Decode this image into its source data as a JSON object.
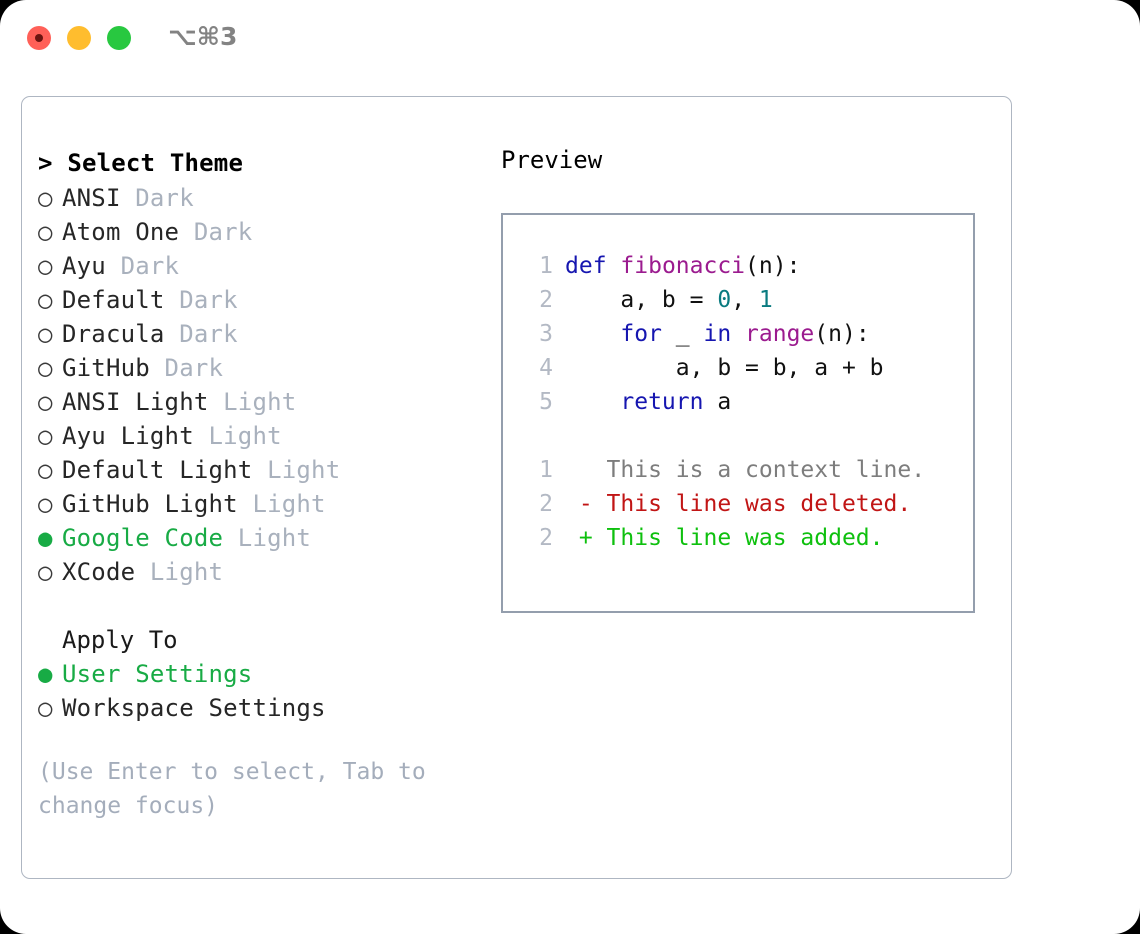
{
  "titlebar": {
    "shortcut": "⌥⌘3",
    "buttons": [
      {
        "name": "close",
        "color": "#ff6058"
      },
      {
        "name": "minimize",
        "color": "#ffbd2e"
      },
      {
        "name": "zoom",
        "color": "#28c840"
      }
    ]
  },
  "theme_picker": {
    "heading_prefix": "> ",
    "heading": "Select Theme",
    "marker_selected": "●",
    "marker_unselected": "○",
    "selected_color": "#18ab45",
    "meta_color": "#a9b1bd",
    "items": [
      {
        "marker": "○",
        "name": "ANSI",
        "meta": "Dark",
        "selected": false
      },
      {
        "marker": "○",
        "name": "Atom One",
        "meta": "Dark",
        "selected": false
      },
      {
        "marker": "○",
        "name": "Ayu",
        "meta": "Dark",
        "selected": false
      },
      {
        "marker": "○",
        "name": "Default",
        "meta": "Dark",
        "selected": false
      },
      {
        "marker": "○",
        "name": "Dracula",
        "meta": "Dark",
        "selected": false
      },
      {
        "marker": "○",
        "name": "GitHub",
        "meta": "Dark",
        "selected": false
      },
      {
        "marker": "○",
        "name": "ANSI Light",
        "meta": "Light",
        "selected": false
      },
      {
        "marker": "○",
        "name": "Ayu Light",
        "meta": "Light",
        "selected": false
      },
      {
        "marker": "○",
        "name": "Default Light",
        "meta": "Light",
        "selected": false
      },
      {
        "marker": "○",
        "name": "GitHub Light",
        "meta": "Light",
        "selected": false
      },
      {
        "marker": "●",
        "name": "Google Code",
        "meta": "Light",
        "selected": true
      },
      {
        "marker": "○",
        "name": "XCode",
        "meta": "Light",
        "selected": false
      }
    ]
  },
  "apply_to": {
    "label": "Apply To",
    "items": [
      {
        "marker": "●",
        "name": "User Settings",
        "selected": true
      },
      {
        "marker": "○",
        "name": "Workspace Settings",
        "selected": false
      }
    ]
  },
  "hint": "(Use Enter to select, Tab to change focus)",
  "preview": {
    "label": "Preview",
    "code_lines": [
      {
        "ln": "1",
        "tokens": [
          {
            "t": "def",
            "c": "kw"
          },
          {
            "t": " ",
            "c": "plain"
          },
          {
            "t": "fibonacci",
            "c": "fn"
          },
          {
            "t": "(n):",
            "c": "plain"
          }
        ]
      },
      {
        "ln": "2",
        "tokens": [
          {
            "t": "    a, b = ",
            "c": "plain"
          },
          {
            "t": "0",
            "c": "num"
          },
          {
            "t": ", ",
            "c": "plain"
          },
          {
            "t": "1",
            "c": "num"
          }
        ]
      },
      {
        "ln": "3",
        "tokens": [
          {
            "t": "    ",
            "c": "plain"
          },
          {
            "t": "for",
            "c": "kw"
          },
          {
            "t": " _ ",
            "c": "plain"
          },
          {
            "t": "in",
            "c": "kw"
          },
          {
            "t": " ",
            "c": "plain"
          },
          {
            "t": "range",
            "c": "fn"
          },
          {
            "t": "(n):",
            "c": "plain"
          }
        ]
      },
      {
        "ln": "4",
        "tokens": [
          {
            "t": "        a, b = b, a + b",
            "c": "plain"
          }
        ]
      },
      {
        "ln": "5",
        "tokens": [
          {
            "t": "    ",
            "c": "plain"
          },
          {
            "t": "return",
            "c": "kw"
          },
          {
            "t": " a",
            "c": "plain"
          }
        ]
      }
    ],
    "diff_lines": [
      {
        "ln": "1",
        "sign": " ",
        "text": " This is a context line.",
        "kind": "ctx"
      },
      {
        "ln": "2",
        "sign": "-",
        "text": " This line was deleted.",
        "kind": "del"
      },
      {
        "ln": "2",
        "sign": "+",
        "text": " This line was added.",
        "kind": "add"
      }
    ],
    "colors": {
      "keyword": "#1616b0",
      "function": "#9b1b8f",
      "number": "#0a7b80",
      "plain": "#111111",
      "line_number": "#b3b9c4",
      "context": "#7d7d7d",
      "deleted": "#c11515",
      "added": "#0ec00e"
    }
  }
}
